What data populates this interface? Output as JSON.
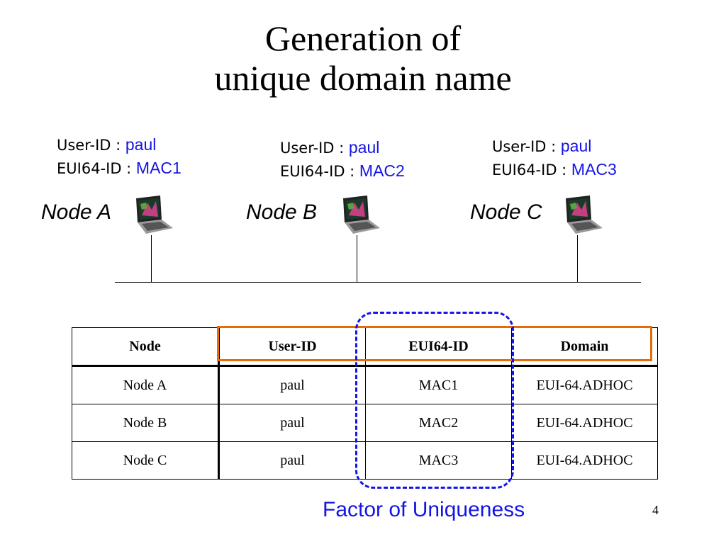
{
  "title": {
    "line1": "Generation of",
    "line2": "unique domain name"
  },
  "nodes": [
    {
      "label": "Node A",
      "user_id_label": "User-ID : ",
      "user_id": "paul",
      "eui_label": "EUI64-ID : ",
      "eui": "MAC1",
      "icon": "laptop-icon"
    },
    {
      "label": "Node B",
      "user_id_label": "User-ID : ",
      "user_id": "paul",
      "eui_label": "EUI64-ID : ",
      "eui": "MAC2",
      "icon": "laptop-icon"
    },
    {
      "label": "Node C",
      "user_id_label": "User-ID : ",
      "user_id": "paul",
      "eui_label": "EUI64-ID : ",
      "eui": "MAC3",
      "icon": "laptop-icon"
    }
  ],
  "table": {
    "headers": [
      "Node",
      "User-ID",
      "EUI64-ID",
      "Domain"
    ],
    "rows": [
      [
        "Node A",
        "paul",
        "MAC1",
        "EUI-64.ADHOC"
      ],
      [
        "Node B",
        "paul",
        "MAC2",
        "EUI-64.ADHOC"
      ],
      [
        "Node C",
        "paul",
        "MAC3",
        "EUI-64.ADHOC"
      ]
    ]
  },
  "factor_label": "Factor of Uniqueness",
  "page_number": "4",
  "colors": {
    "blue_text": "#1414e6",
    "orange_box": "#e46c0a",
    "dash_box": "#1414e6"
  }
}
